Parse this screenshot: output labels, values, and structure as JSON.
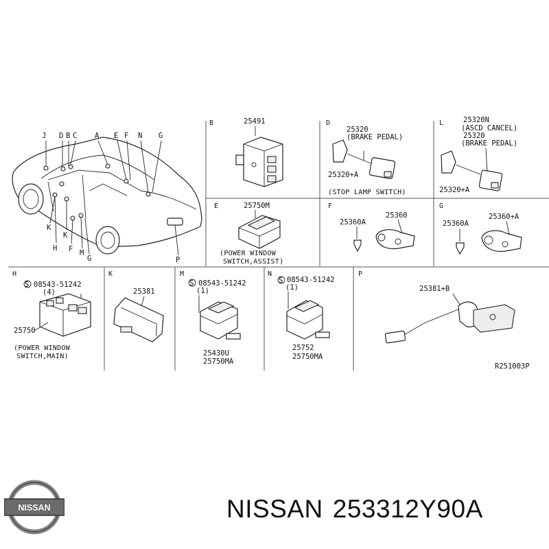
{
  "car_callouts": [
    "J",
    "D",
    "B",
    "C",
    "A",
    "E",
    "F",
    "N",
    "G",
    "K",
    "H",
    "K",
    "F",
    "M",
    "G",
    "P"
  ],
  "sections": {
    "top1": {
      "letter": "B",
      "part": "25491"
    },
    "top2": {
      "letter": "D",
      "part": "25320",
      "note": "(BRAKE PEDAL)",
      "part2": "25320+A",
      "caption": "(STOP LAMP SWITCH)"
    },
    "top3": {
      "letter": "L",
      "line1": "25320N",
      "line2": "(ASCD CANCEL)",
      "line3": "25320",
      "line4": "(BRAKE PEDAL)",
      "part2": "25320+A"
    },
    "E": {
      "letter": "E",
      "part": "25750M",
      "caption1": "(POWER WINDOW",
      "caption2": "SWITCH,ASSIST)"
    },
    "F": {
      "letter": "F",
      "part1": "25360A",
      "part2": "25360"
    },
    "G": {
      "letter": "G",
      "part1": "25360A",
      "part2": "25360+A"
    },
    "H": {
      "letter": "H",
      "screw": "08543-51242",
      "qty": "(4)",
      "part": "25750",
      "caption1": "(POWER WINDOW",
      "caption2": "SWITCH,MAIN)"
    },
    "K": {
      "letter": "K",
      "part": "25381"
    },
    "M": {
      "letter": "M",
      "screw": "08543-51242",
      "qty": "(1)",
      "part1": "25430U",
      "part2": "25750MA"
    },
    "N": {
      "letter": "N",
      "screw": "08543-51242",
      "qty": "(1)",
      "part1": "25752",
      "part2": "25750MA"
    },
    "P": {
      "letter": "P",
      "part": "25381+B",
      "ref": "R251003P"
    }
  },
  "footer": {
    "brand": "NISSAN",
    "part_number": "253312Y90A"
  },
  "logo": {
    "text": "NISSAN"
  }
}
